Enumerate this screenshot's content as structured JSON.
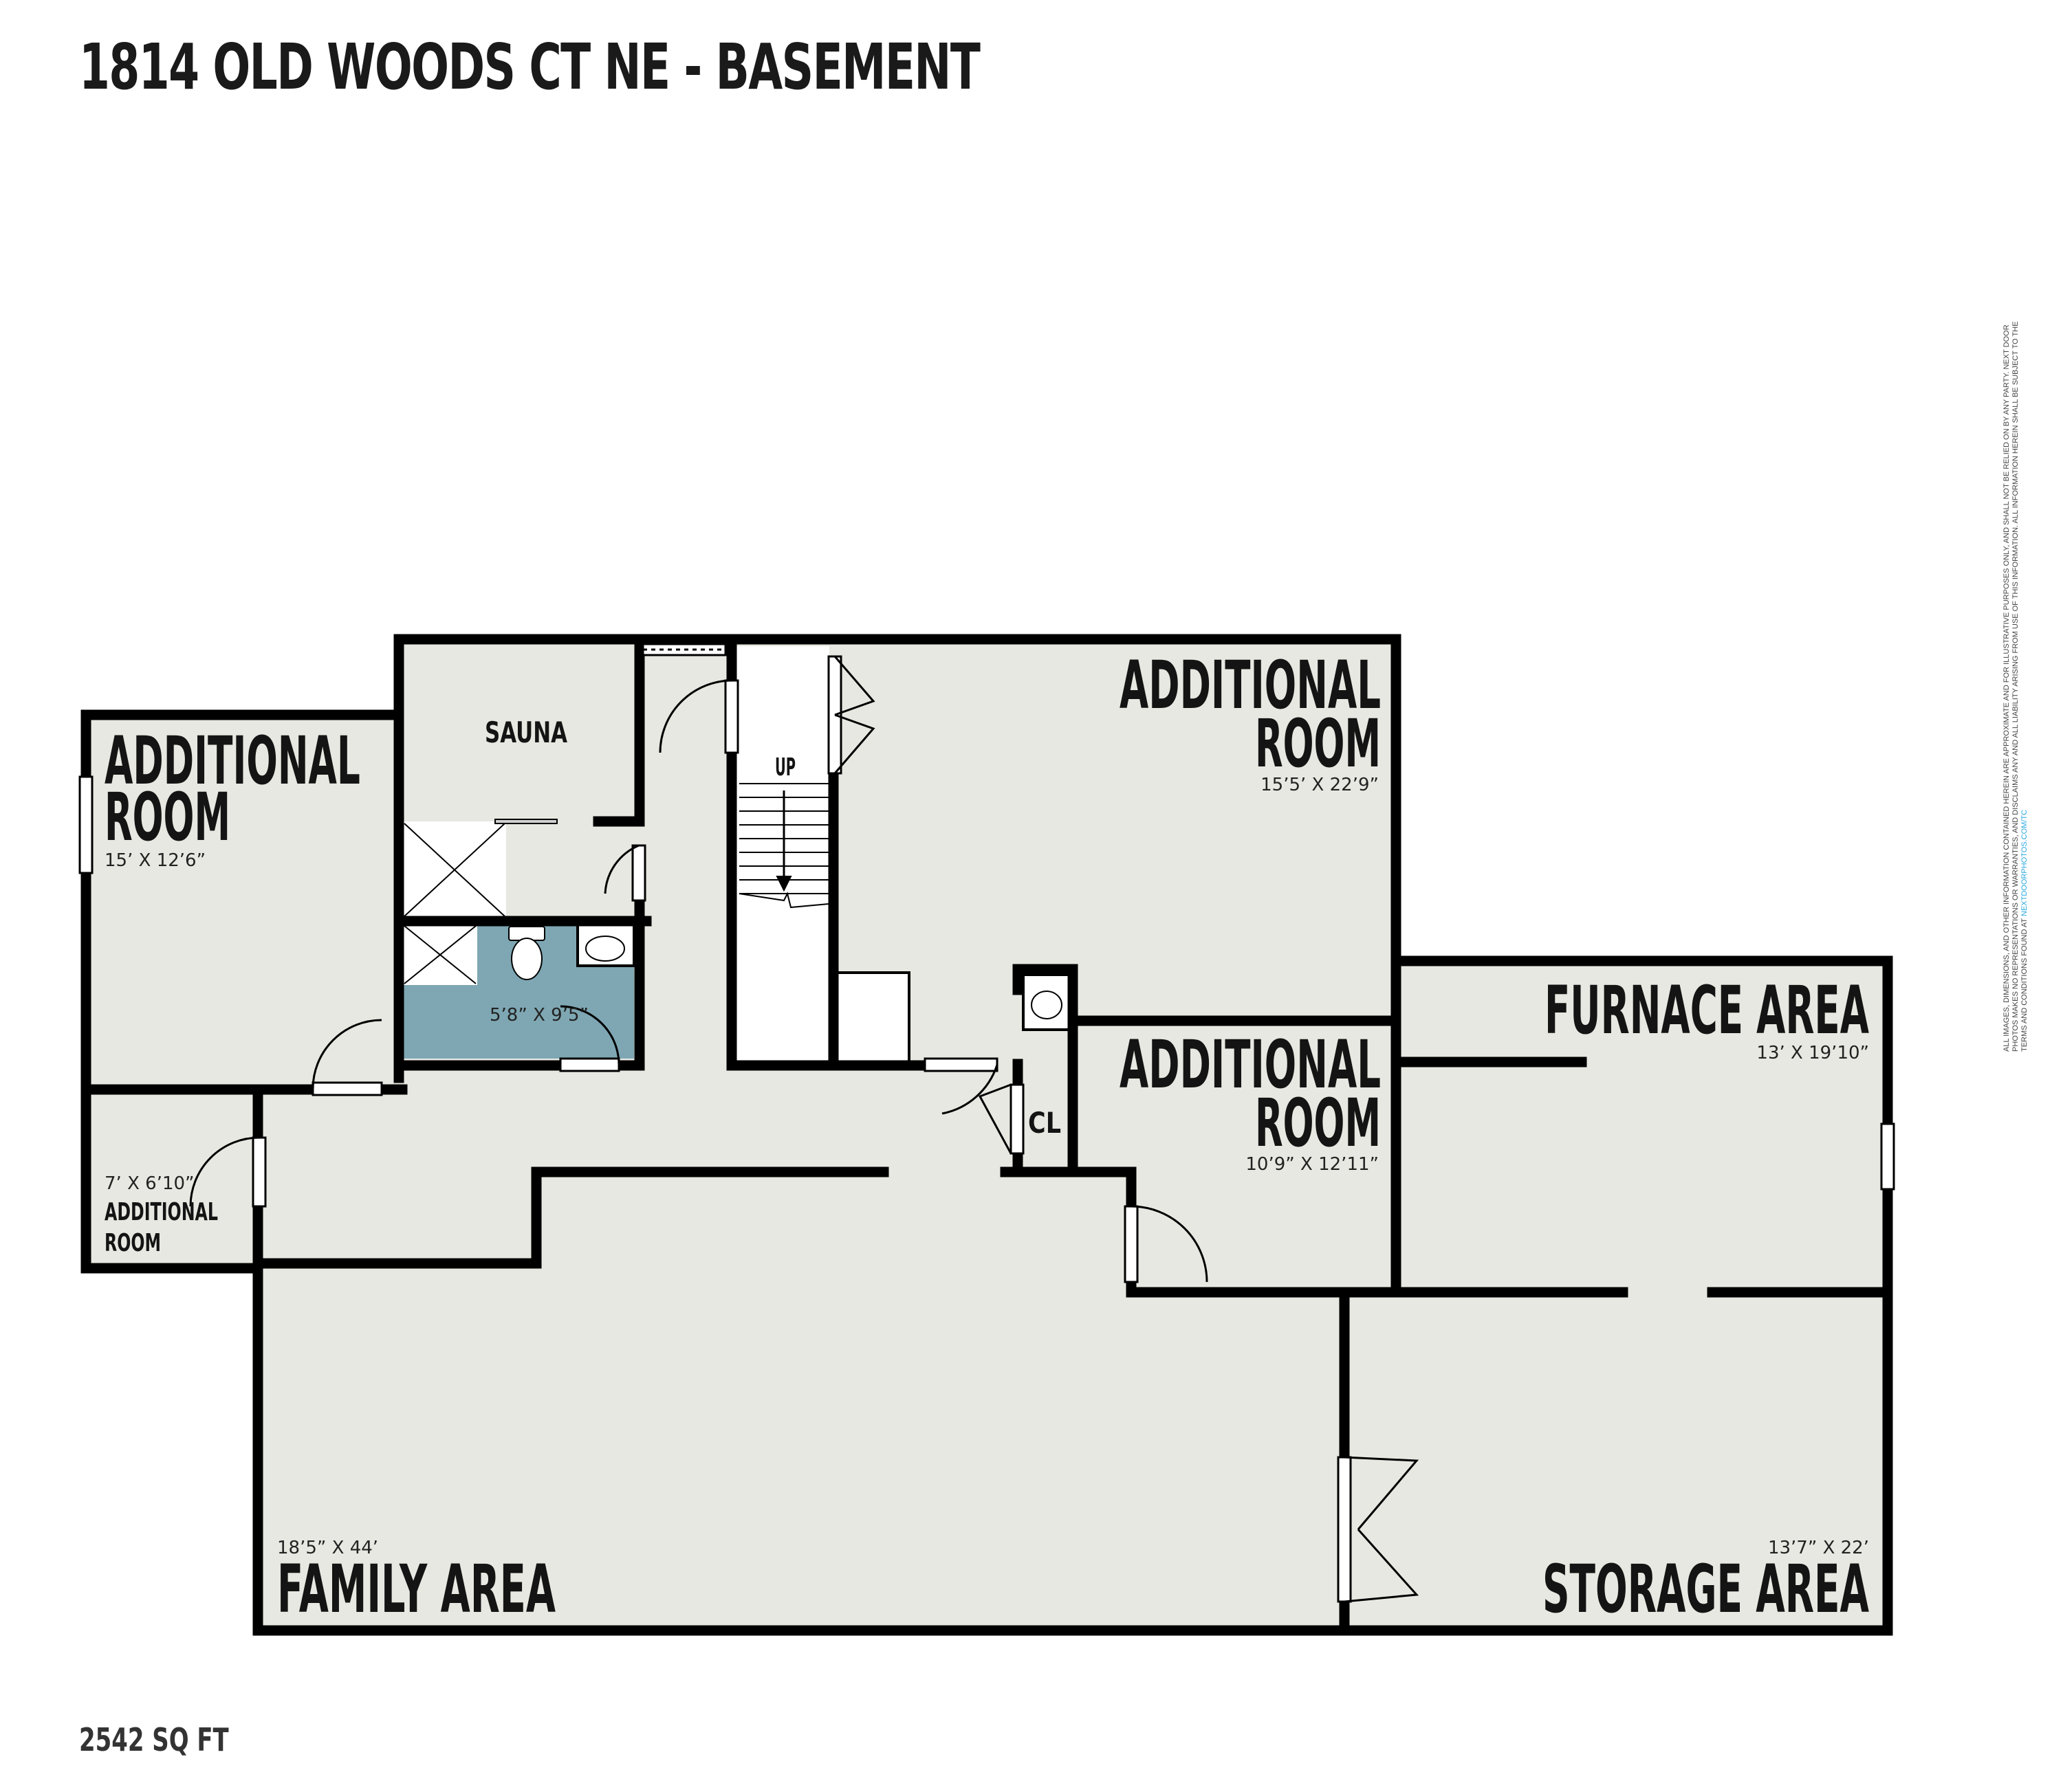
{
  "title": "1814 OLD WOODS CT NE - BASEMENT",
  "total_area": "2542 SQ FT",
  "rooms": {
    "additional_room_left": {
      "name_line1": "ADDITIONAL",
      "name_line2": "ROOM",
      "dims": "15’ X 12’6”"
    },
    "sauna": {
      "name": "SAUNA"
    },
    "bathroom": {
      "dims": "5’8” X 9’5”"
    },
    "stairs": {
      "label": "UP"
    },
    "additional_room_top": {
      "name_line1": "ADDITIONAL",
      "name_line2": "ROOM",
      "dims": "15’5’ X 22’9”"
    },
    "furnace_area": {
      "name": "FURNACE AREA",
      "dims": "13’ X 19’10”"
    },
    "additional_room_mid": {
      "name_line1": "ADDITIONAL",
      "name_line2": "ROOM",
      "dims": "10’9” X 12’11”"
    },
    "closet": {
      "name": "CL"
    },
    "additional_room_small": {
      "name_line1": "ADDITIONAL",
      "name_line2": "ROOM",
      "dims": "7’ X 6’10”"
    },
    "family_area": {
      "name": "FAMILY AREA",
      "dims": "18’5” X 44’"
    },
    "storage_area": {
      "name": "STORAGE AREA",
      "dims": "13’7” X 22’"
    }
  },
  "disclaimer": {
    "text": "ALL IMAGES, DIMENSIONS, AND OTHER INFORMATION CONTAINED HEREIN ARE APPROXIMATE AND FOR ILLUSTRATIVE PURPOSES ONLY, AND SHALL NOT BE RELIED ON BY ANY PARTY. NEXT DOOR PHOTOS MAKES NO REPRESENTATIONS OR WARRANTIES, AND DISCLAIMS ANY AND ALL LIABILITY ARISING FROM USE OF THIS INFORMATION. ALL INFORMATION HEREIN SHALL BE SUBJECT TO THE TERMS AND CONDITIONS FOUND AT",
    "link": "NEXTDOORPHOTOS.COM/TC"
  },
  "colors": {
    "floor": "#e8e8e2",
    "wall": "#000000",
    "bath": "#7ea7b3"
  }
}
